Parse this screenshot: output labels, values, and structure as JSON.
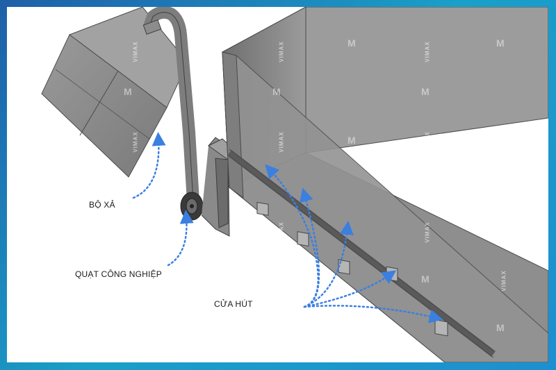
{
  "labels": {
    "discharge": "BỘ XẢ",
    "fan": "QUẠT CÔNG NGHIỆP",
    "intake": "CỬA HÚT"
  },
  "watermark": {
    "text": "VIMAX",
    "mark": "M"
  },
  "colors": {
    "frame_start": "#1f5fa8",
    "frame_end": "#1aa0c8",
    "arrow": "#3b7fe0",
    "box_fill": "#8a8a8a"
  }
}
